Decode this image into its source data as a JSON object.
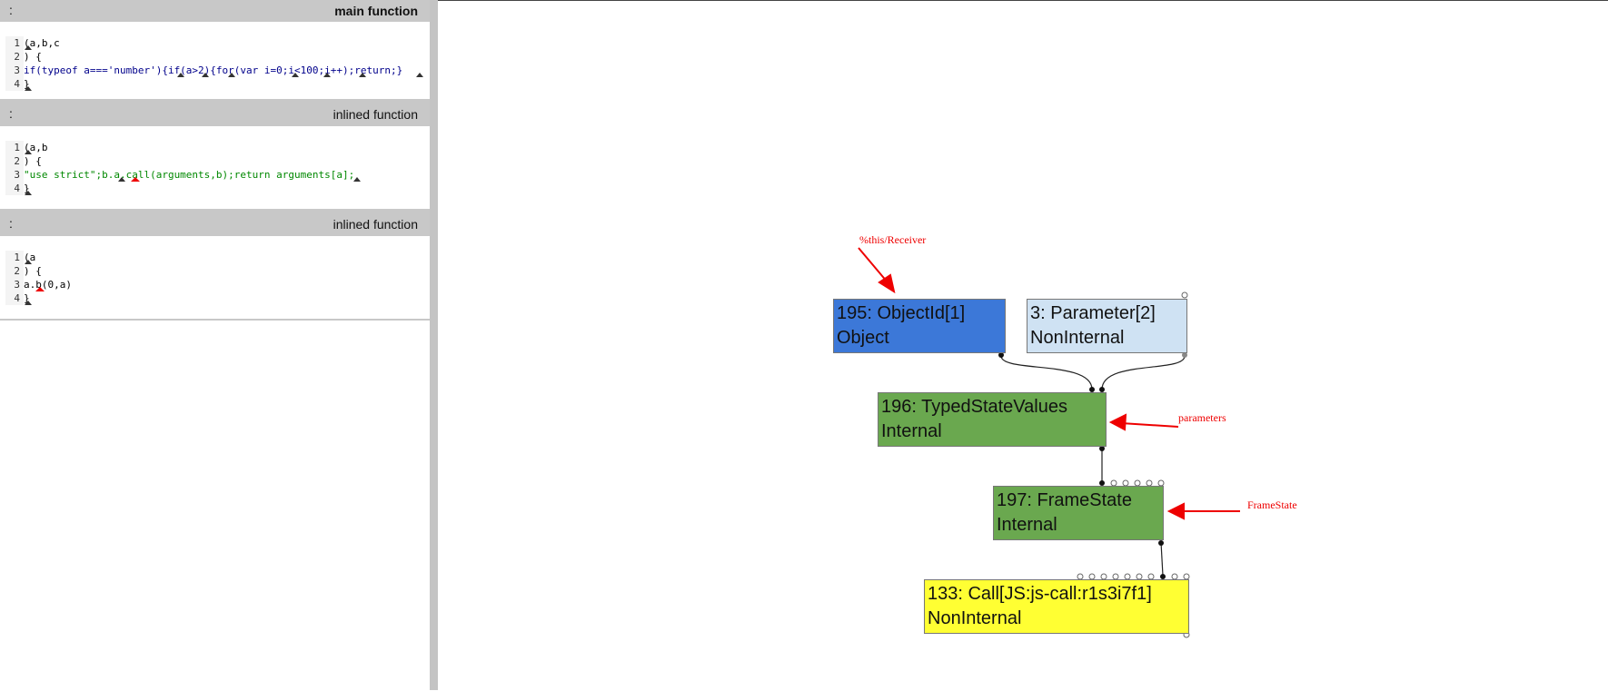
{
  "panels": [
    {
      "colon": ":",
      "title": "main function",
      "lines": [
        {
          "n": "1",
          "html": "(a,b,c"
        },
        {
          "n": "2",
          "html": ") {"
        },
        {
          "n": "3",
          "html": "if(typeof a==='number'){if(a>2){for(var i=0;i<100;i++);return;}"
        },
        {
          "n": "4",
          "html": "}"
        }
      ]
    },
    {
      "colon": ":",
      "title": "inlined function",
      "lines": [
        {
          "n": "1",
          "html": "(a,b"
        },
        {
          "n": "2",
          "html": ") {"
        },
        {
          "n": "3",
          "html": "\"use strict\";b.a.call(arguments,b);return arguments[a];"
        },
        {
          "n": "4",
          "html": "}"
        }
      ]
    },
    {
      "colon": ":",
      "title": "inlined function",
      "lines": [
        {
          "n": "1",
          "html": "(a"
        },
        {
          "n": "2",
          "html": ") {"
        },
        {
          "n": "3",
          "html": "a.b(0,a)"
        },
        {
          "n": "4",
          "html": "}"
        }
      ]
    }
  ],
  "nodes": {
    "n195": {
      "line1": "195: ObjectId[1]",
      "line2": "Object",
      "color": "#3c78d8"
    },
    "n3": {
      "line1": "3: Parameter[2]",
      "line2": "NonInternal",
      "color": "#cfe2f3"
    },
    "n196": {
      "line1": "196: TypedStateValues",
      "line2": "Internal",
      "color": "#6aa84f"
    },
    "n197": {
      "line1": "197: FrameState",
      "line2": "Internal",
      "color": "#6aa84f"
    },
    "n133": {
      "line1": "133: Call[JS:js-call:r1s3i7f1]",
      "line2": "NonInternal",
      "color": "#ffff33"
    }
  },
  "annotations": {
    "receiver": "%this/Receiver",
    "parameters": "parameters",
    "framestate": "FrameState"
  },
  "colors": {
    "annotation": "#ee0000",
    "header": "#c8c8c8",
    "divider": "#c4c4c4"
  }
}
